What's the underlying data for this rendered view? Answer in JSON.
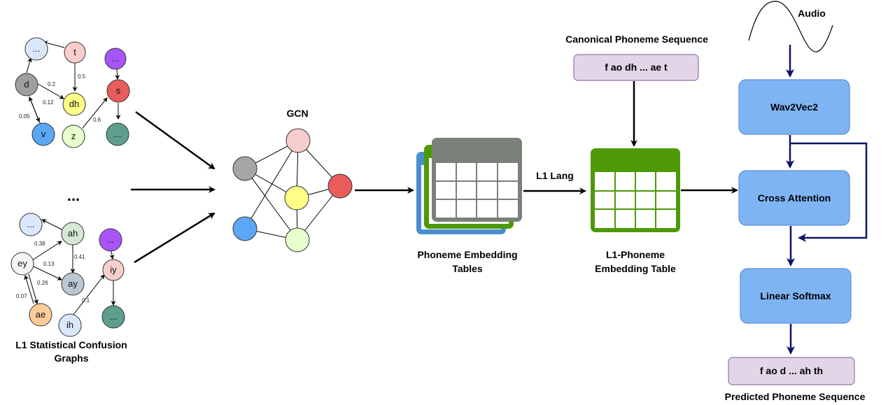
{
  "colors": {
    "blue_box": "#7fb4f4",
    "blue_box_stroke": "#5c8fd6",
    "seq_fill": "#e1d5e7",
    "seq_stroke": "#9673a6",
    "green": "#4d9a06",
    "arrow_navy": "#0c1466",
    "gray_table": "#7a8178",
    "blue_table": "#4a8ed0"
  },
  "graph_top": {
    "nodes": [
      {
        "id": "dots",
        "label": "...",
        "color": "#dae8fc"
      },
      {
        "id": "t",
        "label": "t",
        "color": "#f8cecc"
      },
      {
        "id": "d",
        "label": "d",
        "color": "#9e9e9e"
      },
      {
        "id": "dh",
        "label": "dh",
        "color": "#ffff88"
      },
      {
        "id": "v",
        "label": "v",
        "color": "#5ba7f5"
      },
      {
        "id": "z",
        "label": "z",
        "color": "#e6ffcc"
      },
      {
        "id": "dots2",
        "label": "...",
        "color": "#a855f7"
      },
      {
        "id": "s",
        "label": "s",
        "color": "#e85c5c"
      },
      {
        "id": "dots3",
        "label": "...",
        "color": "#5e9e8e"
      }
    ],
    "weights": [
      "0.5",
      "0.2",
      "0.12",
      "0.05",
      "0.6"
    ]
  },
  "ellipsis": "...",
  "graph_bottom": {
    "nodes": [
      {
        "id": "dots",
        "label": "...",
        "color": "#dae8fc"
      },
      {
        "id": "ah",
        "label": "ah",
        "color": "#d5e8d4"
      },
      {
        "id": "ey",
        "label": "ey",
        "color": "#f5f5f5"
      },
      {
        "id": "ay",
        "label": "ay",
        "color": "#bac8d3"
      },
      {
        "id": "ae",
        "label": "ae",
        "color": "#ffcc99"
      },
      {
        "id": "ih",
        "label": "ih",
        "color": "#dae8fc"
      },
      {
        "id": "dots2",
        "label": "...",
        "color": "#a855f7"
      },
      {
        "id": "iy",
        "label": "iy",
        "color": "#f8cecc"
      },
      {
        "id": "dots3",
        "label": "...",
        "color": "#5e9e8e"
      }
    ],
    "weights": [
      "0.38",
      "0.13",
      "0.41",
      "0.26",
      "0.07",
      "0.1"
    ]
  },
  "labels": {
    "graphs_line1": "L1 Statistical Confusion",
    "graphs_line2": "Graphs",
    "gcn": "GCN",
    "tables_line1": "Phoneme Embedding",
    "tables_line2": "Tables",
    "l1_lang": "L1 Lang",
    "l1_table_line1": "L1-Phoneme",
    "l1_table_line2": "Embedding Table",
    "canonical_title": "Canonical Phoneme Sequence",
    "canonical_seq": "f ao dh ... ae t",
    "audio": "Audio",
    "wav2vec": "Wav2Vec2",
    "cross_attention": "Cross Attention",
    "linear_softmax": "Linear Softmax",
    "predicted_seq": "f ao d ... ah th",
    "predicted_title": "Predicted Phoneme Sequence"
  },
  "gcn_nodes": [
    {
      "color": "#a6a6a6"
    },
    {
      "color": "#f8cecc"
    },
    {
      "color": "#ffff88"
    },
    {
      "color": "#e85c5c"
    },
    {
      "color": "#5ba7f5"
    },
    {
      "color": "#e6ffcc"
    }
  ]
}
